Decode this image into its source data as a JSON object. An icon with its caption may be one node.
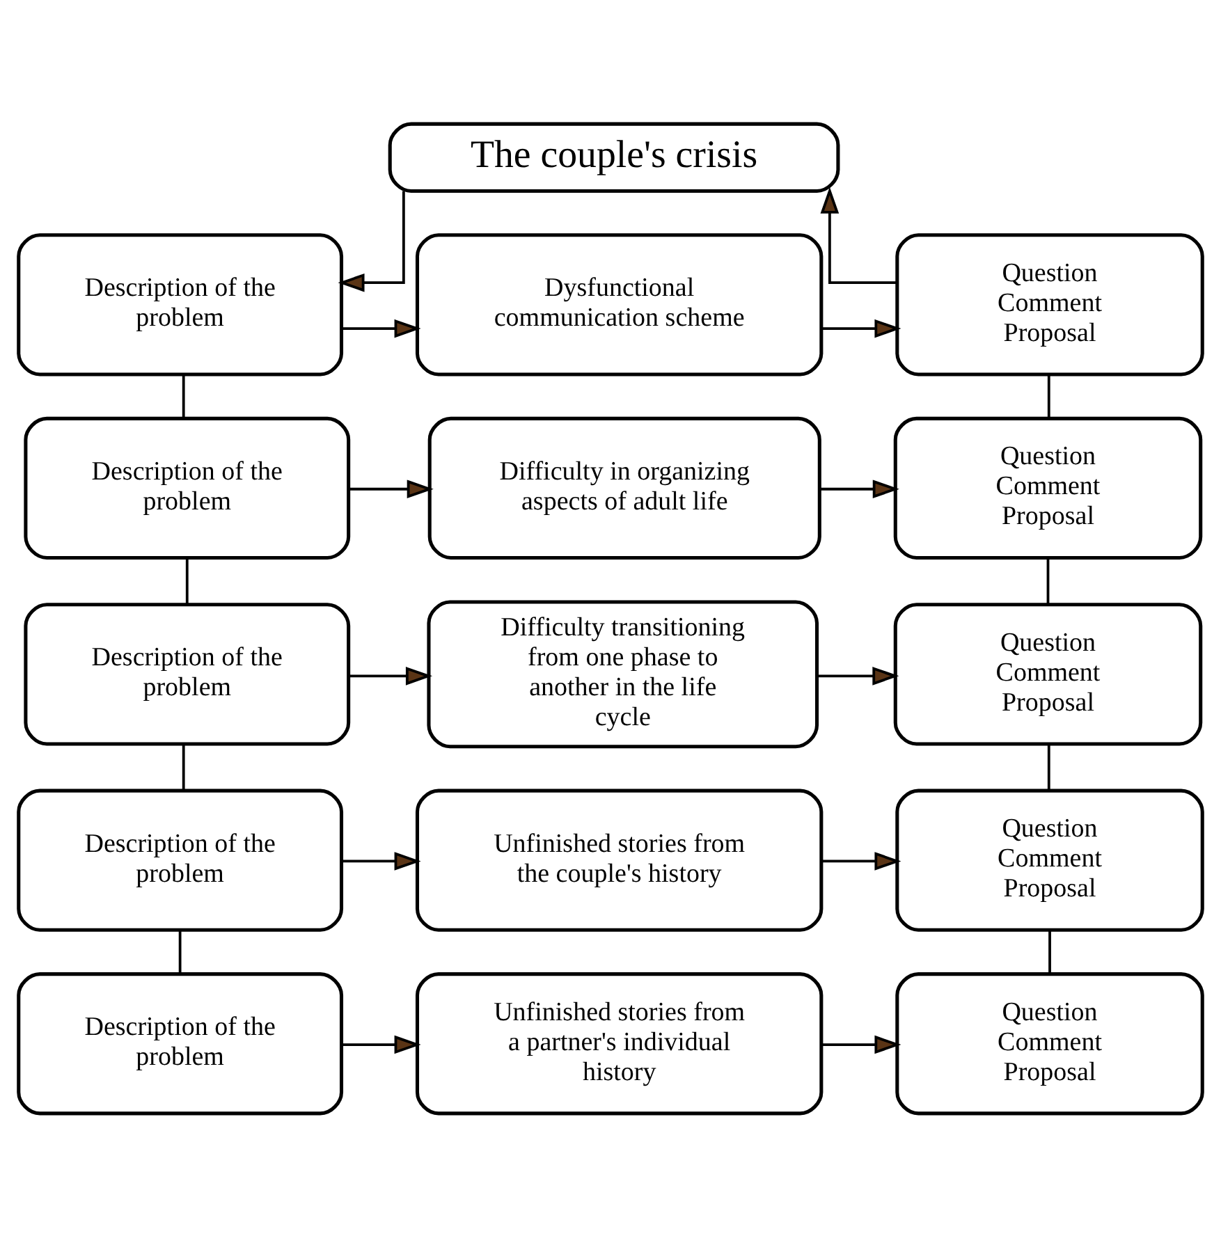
{
  "diagram": {
    "nodes": [
      {
        "text": [
          "The couple's crisis"
        ]
      },
      {
        "text": [
          "Description of the problem"
        ]
      },
      {
        "text": [
          "Dysfunctional communication scheme"
        ]
      },
      {
        "text": [
          "Question",
          "Comment",
          "Proposal"
        ]
      },
      {
        "text": [
          "Description of the problem"
        ]
      },
      {
        "text": [
          "Difficulty in organizing aspects of adult life"
        ]
      },
      {
        "text": [
          "Question",
          "Comment",
          "Proposal"
        ]
      },
      {
        "text": [
          "Description of the problem"
        ]
      },
      {
        "text": [
          "Difficulty transitioning from one phase to another in the life cycle"
        ]
      },
      {
        "text": [
          "Question",
          "Comment",
          "Proposal"
        ]
      },
      {
        "text": [
          "Description of the problem"
        ]
      },
      {
        "text": [
          "Unfinished stories from the couple's history"
        ]
      },
      {
        "text": [
          "Question",
          "Comment",
          "Proposal"
        ]
      },
      {
        "text": [
          "Description of the problem"
        ]
      },
      {
        "text": [
          "Unfinished stories from a partner's individual history"
        ]
      },
      {
        "text": [
          "Question",
          "Comment",
          "Proposal"
        ]
      }
    ],
    "edges": [
      {
        "from": 0,
        "to": 1,
        "arrow": "to"
      },
      {
        "from": 1,
        "to": 2,
        "arrow": "to"
      },
      {
        "from": 2,
        "to": 3,
        "arrow": "to"
      },
      {
        "from": 3,
        "to": 0,
        "arrow": "to"
      },
      {
        "from": 4,
        "to": 5,
        "arrow": "to"
      },
      {
        "from": 5,
        "to": 6,
        "arrow": "to"
      },
      {
        "from": 7,
        "to": 8,
        "arrow": "to"
      },
      {
        "from": 8,
        "to": 9,
        "arrow": "to"
      },
      {
        "from": 10,
        "to": 11,
        "arrow": "to"
      },
      {
        "from": 11,
        "to": 12,
        "arrow": "to"
      },
      {
        "from": 13,
        "to": 14,
        "arrow": "to"
      },
      {
        "from": 14,
        "to": 15,
        "arrow": "to"
      },
      {
        "from": 1,
        "to": 4,
        "arrow": "none"
      },
      {
        "from": 4,
        "to": 7,
        "arrow": "none"
      },
      {
        "from": 7,
        "to": 10,
        "arrow": "none"
      },
      {
        "from": 10,
        "to": 13,
        "arrow": "none"
      },
      {
        "from": 3,
        "to": 6,
        "arrow": "none"
      },
      {
        "from": 6,
        "to": 9,
        "arrow": "none"
      },
      {
        "from": 9,
        "to": 12,
        "arrow": "none"
      },
      {
        "from": 12,
        "to": 15,
        "arrow": "none"
      }
    ]
  }
}
